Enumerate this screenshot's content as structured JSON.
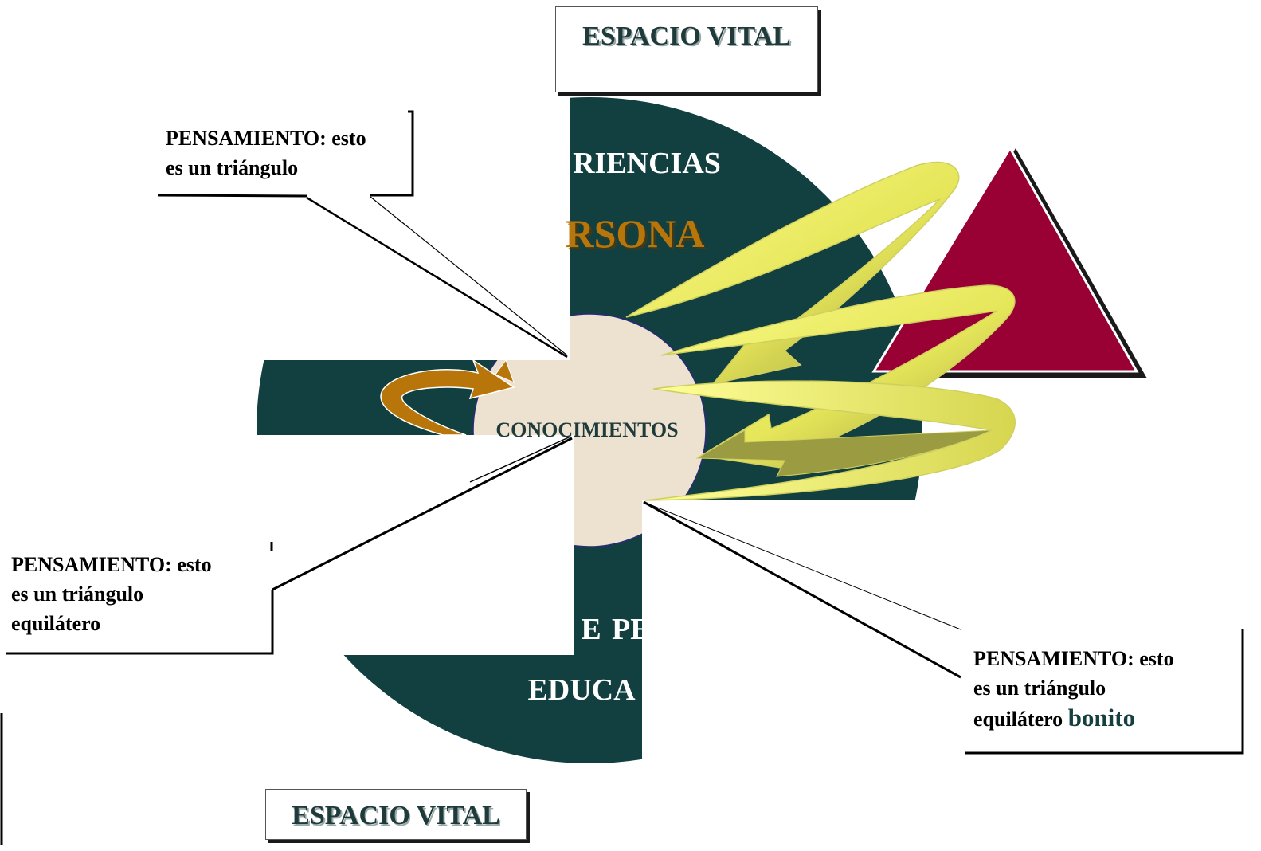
{
  "colors": {
    "ring": "#123f3f",
    "core": "#ede1cf",
    "core_text": "#1e3a3a",
    "ring_text": "#ffffff",
    "persona_text": "#b8760a",
    "triangle": "#990033",
    "arrow_light": "#f2f26a",
    "arrow_dark": "#8c8c3a",
    "swirl": "#b8760a"
  },
  "diagram": {
    "ring_word_top": "RIENCIAS",
    "persona_word": "RSONA",
    "core_label": "CONOCIMIENTOS",
    "ring_word_mid_left": "E",
    "ring_word_mid_right": "PE",
    "ring_word_bottom": "EDUCA"
  },
  "labels": {
    "vital_top": "ESPACIO VITAL",
    "vital_bottom": "ESPACIO VITAL"
  },
  "thoughts": {
    "t1_line1": "PENSAMIENTO: esto",
    "t1_line2": "es un triángulo",
    "t2_line1": "PENSAMIENTO: esto",
    "t2_line2": "es un triángulo",
    "t2_line3": "equilátero",
    "t3_line1": "PENSAMIENTO: esto",
    "t3_line2": "es un triángulo",
    "t3_line3_prefix": "equilátero ",
    "t3_line3_accent": "bonito"
  }
}
